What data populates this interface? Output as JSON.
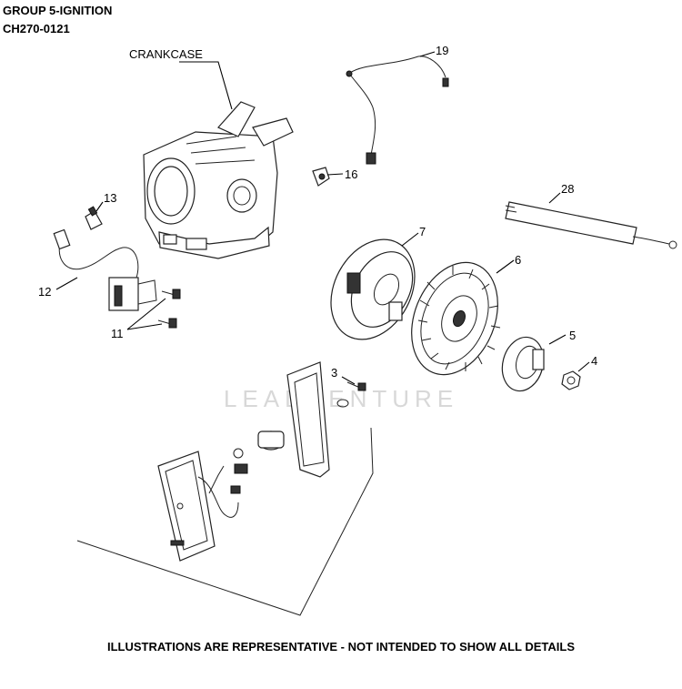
{
  "header": {
    "group_title": "GROUP 5-IGNITION",
    "model_code": "CH270-0121"
  },
  "callouts": {
    "crankcase": "CRANKCASE",
    "p19": "19",
    "p16": "16",
    "p13": "13",
    "p28": "28",
    "p7": "7",
    "p6": "6",
    "p12": "12",
    "p11": "11",
    "p5": "5",
    "p4": "4",
    "p3": "3"
  },
  "watermark": {
    "text": "LEADVENTURE"
  },
  "footer": {
    "disclaimer": "ILLUSTRATIONS ARE REPRESENTATIVE - NOT INTENDED TO SHOW ALL DETAILS"
  }
}
